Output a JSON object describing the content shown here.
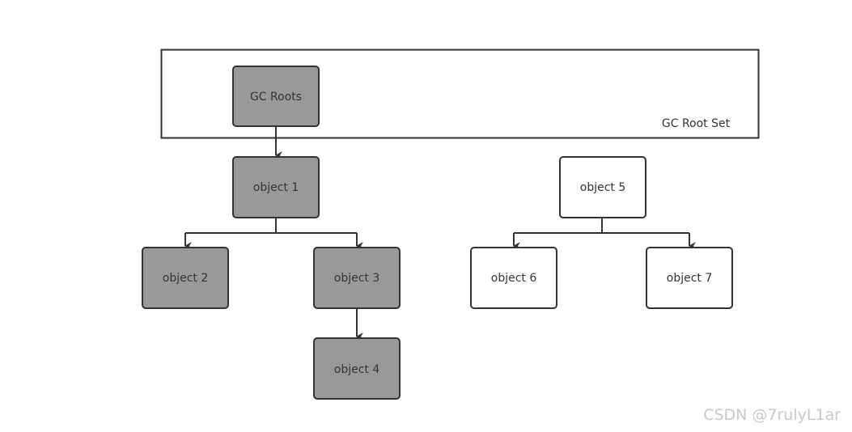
{
  "root_set": {
    "label": "GC Root Set"
  },
  "nodes": {
    "gc_roots": {
      "label": "GC Roots",
      "reachable": true
    },
    "object_1": {
      "label": "object 1",
      "reachable": true
    },
    "object_2": {
      "label": "object 2",
      "reachable": true
    },
    "object_3": {
      "label": "object 3",
      "reachable": true
    },
    "object_4": {
      "label": "object 4",
      "reachable": true
    },
    "object_5": {
      "label": "object 5",
      "reachable": false
    },
    "object_6": {
      "label": "object 6",
      "reachable": false
    },
    "object_7": {
      "label": "object 7",
      "reachable": false
    }
  },
  "edges": [
    {
      "from": "gc_roots",
      "to": "object_1"
    },
    {
      "from": "object_1",
      "to": "object_2"
    },
    {
      "from": "object_1",
      "to": "object_3"
    },
    {
      "from": "object_3",
      "to": "object_4"
    },
    {
      "from": "object_5",
      "to": "object_6"
    },
    {
      "from": "object_5",
      "to": "object_7"
    }
  ],
  "colors": {
    "reachable_fill": "#999999",
    "unreachable_fill": "#ffffff",
    "stroke": "#333333"
  },
  "watermark": "CSDN @7rulyL1ar"
}
